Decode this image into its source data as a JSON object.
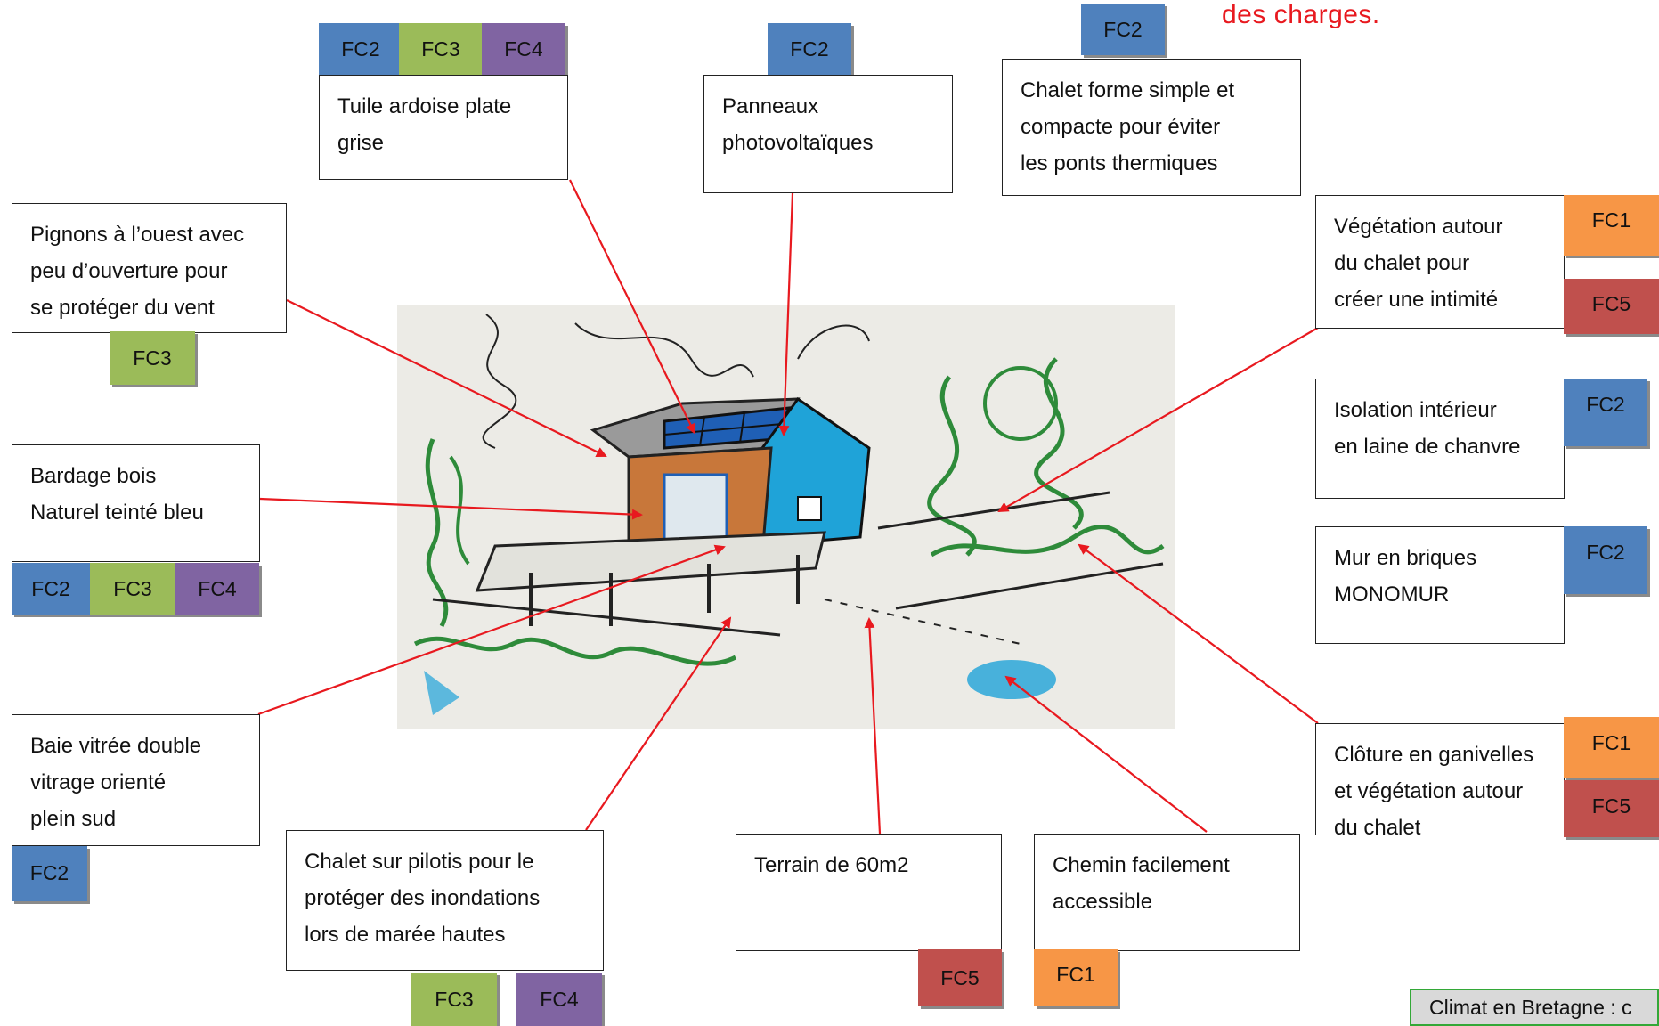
{
  "header_fragment": "des charges.",
  "climate_note": "Climat en Bretagne : c",
  "colors": {
    "FC1": "#f79646",
    "FC2": "#4f81bd",
    "FC3": "#9bbb59",
    "FC4": "#8064a2",
    "FC5": "#c0504d",
    "arrow": "#e8191f"
  },
  "sketch": {
    "description_icon": "chalet-sketch-icon"
  },
  "annotations": {
    "tuile": {
      "line1": "Tuile ardoise plate",
      "line2": "grise",
      "tags": [
        "FC2",
        "FC3",
        "FC4"
      ]
    },
    "panneaux": {
      "line1": "Panneaux",
      "line2": "photovoltaïques",
      "tags": [
        "FC2"
      ]
    },
    "chalet_forme": {
      "line1": "Chalet forme simple et",
      "line2": "compacte pour éviter",
      "line3": "les ponts thermiques",
      "tags": [
        "FC2"
      ]
    },
    "pignons": {
      "line1": "Pignons à l’ouest avec",
      "line2": "peu d’ouverture pour",
      "line3": "se protéger du vent",
      "tags": [
        "FC3"
      ]
    },
    "bardage": {
      "line1": "Bardage bois",
      "line2": "Naturel teinté bleu",
      "tags": [
        "FC2",
        "FC3",
        "FC4"
      ]
    },
    "vegetation": {
      "line1": "Végétation autour",
      "line2": "du chalet pour",
      "line3": "créer une intimité",
      "tags": [
        "FC1",
        "FC5"
      ]
    },
    "isolation": {
      "line1": "Isolation  intérieur",
      "line2": "en laine de chanvre",
      "tags": [
        "FC2"
      ]
    },
    "mur": {
      "line1": "Mur en briques",
      "line2": "MONOMUR",
      "tags": [
        "FC2"
      ]
    },
    "baie": {
      "line1": "Baie vitrée double",
      "line2": "vitrage orienté",
      "line3": "plein sud",
      "tags": [
        "FC2"
      ]
    },
    "pilotis": {
      "line1": "Chalet sur pilotis pour le",
      "line2": "protéger des inondations",
      "line3": "lors de marée hautes",
      "tags": [
        "FC3",
        "FC4"
      ]
    },
    "terrain": {
      "line1": "Terrain de 60m2",
      "tags": [
        "FC5"
      ]
    },
    "chemin": {
      "line1": "Chemin facilement",
      "line2": "accessible",
      "tags": [
        "FC1"
      ]
    },
    "cloture": {
      "line1": "Clôture en ganivelles",
      "line2": "et  végétation autour",
      "line3": "du chalet",
      "tags": [
        "FC1",
        "FC5"
      ]
    }
  }
}
